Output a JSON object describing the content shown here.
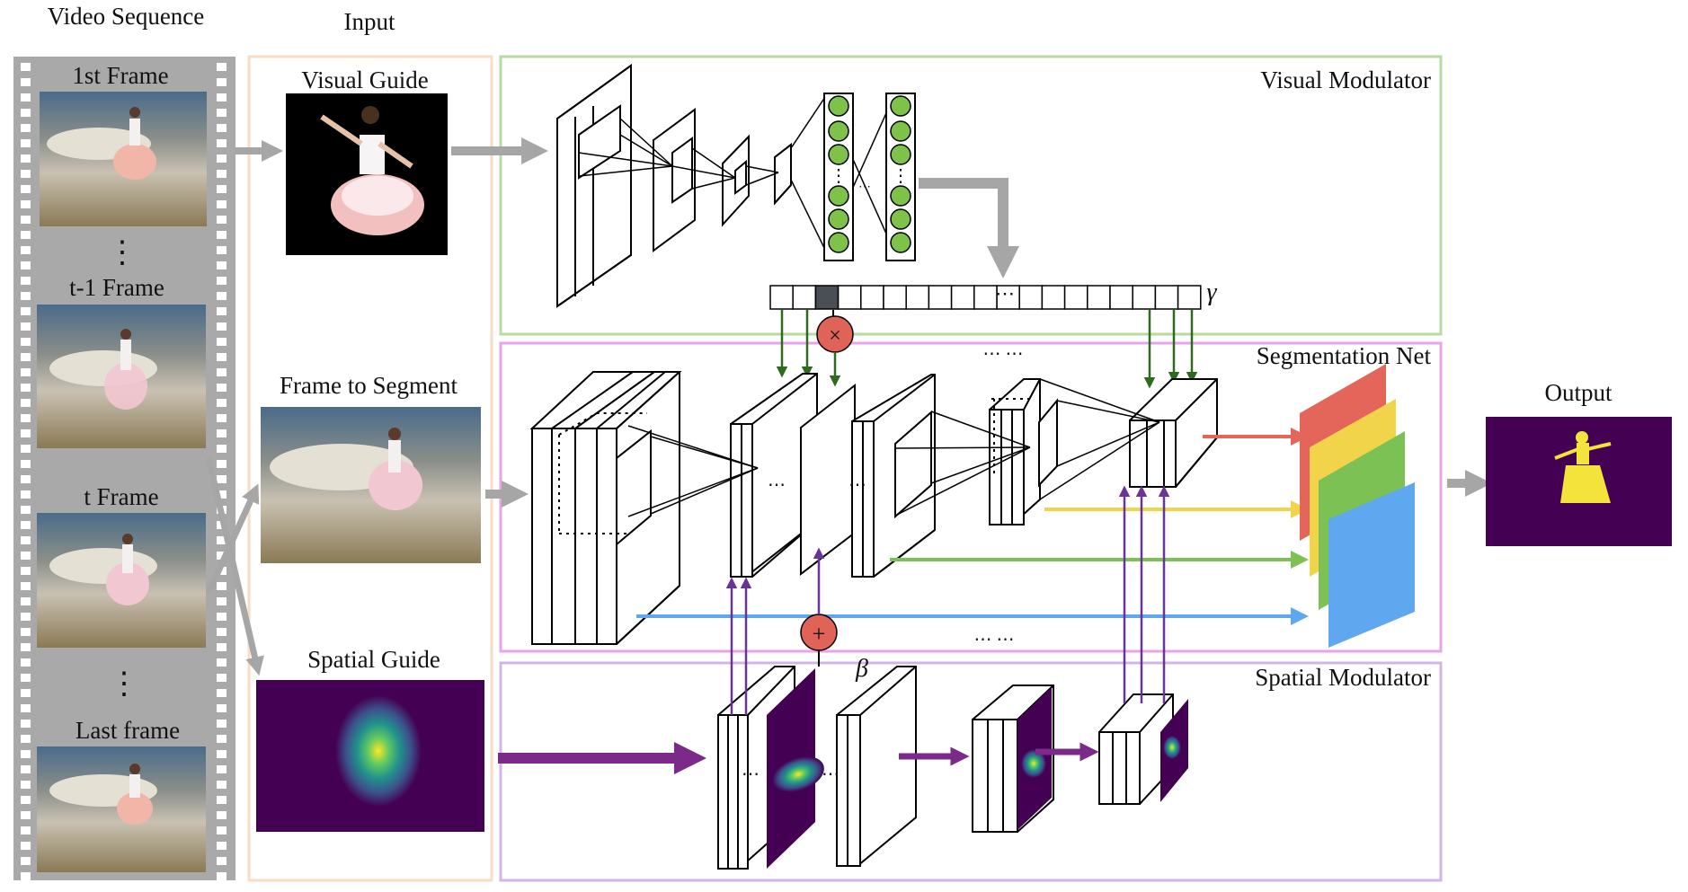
{
  "header": {
    "video_sequence": "Video Sequence",
    "input": "Input"
  },
  "film": {
    "frame_labels": [
      "1st Frame",
      "t-1 Frame",
      "t Frame",
      "Last frame"
    ],
    "ellipsis": "⋮"
  },
  "inputs": {
    "visual_guide": "Visual Guide",
    "frame_to_segment": "Frame to Segment",
    "spatial_guide": "Spatial Guide"
  },
  "modules": {
    "visual_modulator": "Visual Modulator",
    "segmentation_net": "Segmentation Net",
    "spatial_modulator": "Spatial Modulator"
  },
  "symbols": {
    "gamma": "γ",
    "beta": "β",
    "multiply": "×",
    "add": "+",
    "dots": "⋯",
    "dots_wide": "⋯ ⋯",
    "vdots": "⋮"
  },
  "output": {
    "label": "Output"
  },
  "colors": {
    "visual_box": "#b7dba0",
    "seg_box": "#e9a3e9",
    "spatial_box": "#d2b4e6",
    "input_box": "#f8dcc4",
    "film": "#a9a9a9",
    "gray_arrow": "#a6a6a6",
    "purple_arrow": "#7b2a8a",
    "green_arrow": "#2e6b1f",
    "op_circle": "#e06358",
    "map_red": "#e4665a",
    "map_yellow": "#f1d44a",
    "map_green": "#7cc153",
    "map_blue": "#5fa7ef",
    "viridis_dark": "#440154",
    "mask_yellow": "#f3e33a"
  }
}
